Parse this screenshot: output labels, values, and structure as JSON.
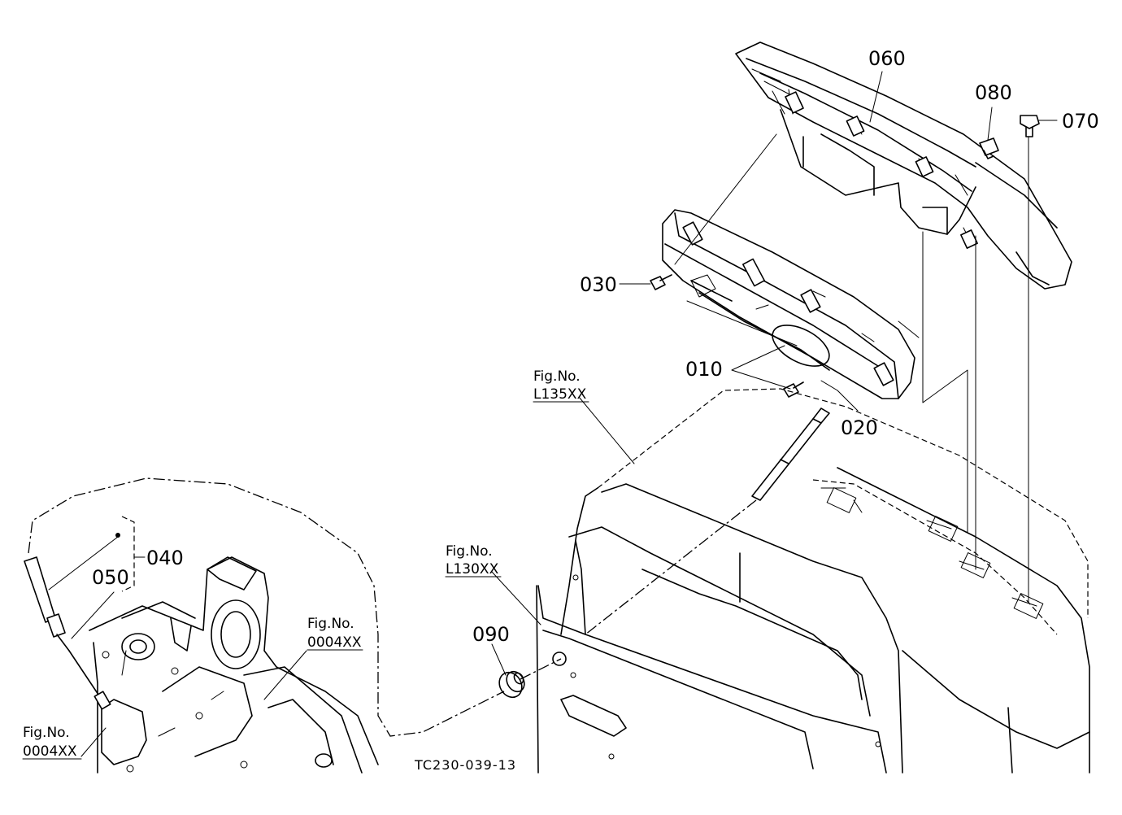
{
  "parts": {
    "p010": "010",
    "p020": "020",
    "p030": "030",
    "p040": "040",
    "p050": "050",
    "p060": "060",
    "p070": "070",
    "p080": "080",
    "p090": "090"
  },
  "figrefs": {
    "l135": {
      "line1": "Fig.No.",
      "line2": "L135XX"
    },
    "l130": {
      "line1": "Fig.No.",
      "line2": "L130XX"
    },
    "f0004_right": {
      "line1": "Fig.No.",
      "line2": "0004XX"
    },
    "f0004_left": {
      "line1": "Fig.No.",
      "line2": "0004XX"
    }
  },
  "drawing_code": "TC230-039-13"
}
